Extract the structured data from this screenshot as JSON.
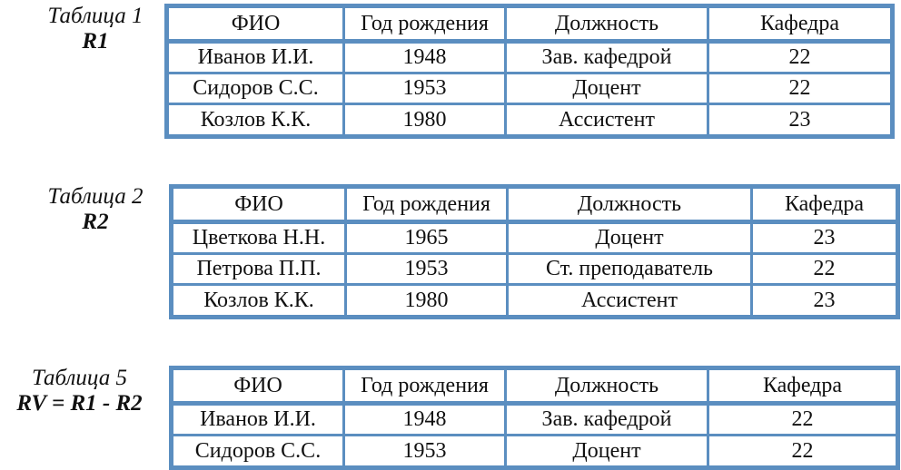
{
  "columns": [
    "ФИО",
    "Год рождения",
    "Должность",
    "Кафедра"
  ],
  "tables": [
    {
      "caption": "Таблица 1",
      "relation": "R1",
      "rows": [
        [
          "Иванов И.И.",
          "1948",
          "Зав. кафедрой",
          "22"
        ],
        [
          "Сидоров С.С.",
          "1953",
          "Доцент",
          "22"
        ],
        [
          "Козлов К.К.",
          "1980",
          "Ассистент",
          "23"
        ]
      ]
    },
    {
      "caption": "Таблица 2",
      "relation": "R2",
      "rows": [
        [
          "Цветкова Н.Н.",
          "1965",
          "Доцент",
          "23"
        ],
        [
          "Петрова П.П.",
          "1953",
          "Ст. преподаватель",
          "22"
        ],
        [
          "Козлов К.К.",
          "1980",
          "Ассистент",
          "23"
        ]
      ]
    },
    {
      "caption": "Таблица 5",
      "relation": "RV = R1 - R2",
      "rows": [
        [
          "Иванов И.И.",
          "1948",
          "Зав. кафедрой",
          "22"
        ],
        [
          "Сидоров С.С.",
          "1953",
          "Доцент",
          "22"
        ]
      ]
    }
  ],
  "colors": {
    "border": "#5b8ec0"
  }
}
